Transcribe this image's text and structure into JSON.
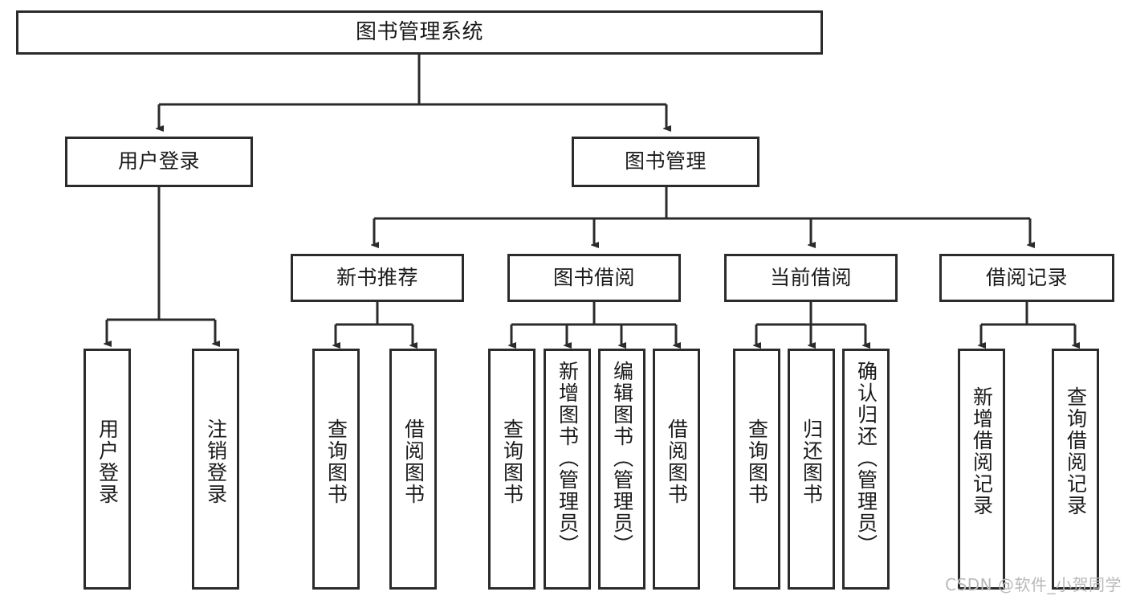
{
  "diagram": {
    "title": "图书管理系统",
    "watermark": "CSDN @软件_小贺同学",
    "type": "tree-hierarchy-diagram",
    "colors": {
      "box_border": "#2b2b2b",
      "box_fill": "#ffffff",
      "connector": "#2b2b2b",
      "text": "#1a1a1a",
      "watermark": "#b9b9b9"
    },
    "root": {
      "label": "图书管理系统"
    },
    "level2": [
      {
        "label": "用户登录"
      },
      {
        "label": "图书管理"
      }
    ],
    "level3": [
      {
        "label": "新书推荐"
      },
      {
        "label": "图书借阅"
      },
      {
        "label": "当前借阅"
      },
      {
        "label": "借阅记录"
      }
    ],
    "leaves": {
      "user_login": [
        {
          "label": "用户登录"
        },
        {
          "label": "注销登录"
        }
      ],
      "new_book_recommend": [
        {
          "label": "查询图书"
        },
        {
          "label": "借阅图书"
        }
      ],
      "book_borrow": [
        {
          "label": "查询图书"
        },
        {
          "label": "新增图书（管理员）"
        },
        {
          "label": "编辑图书（管理员）"
        },
        {
          "label": "借阅图书"
        }
      ],
      "current_borrow": [
        {
          "label": "查询图书"
        },
        {
          "label": "归还图书"
        },
        {
          "label": "确认归还（管理员）"
        }
      ],
      "borrow_record": [
        {
          "label": "新增借阅记录"
        },
        {
          "label": "查询借阅记录"
        }
      ]
    }
  }
}
